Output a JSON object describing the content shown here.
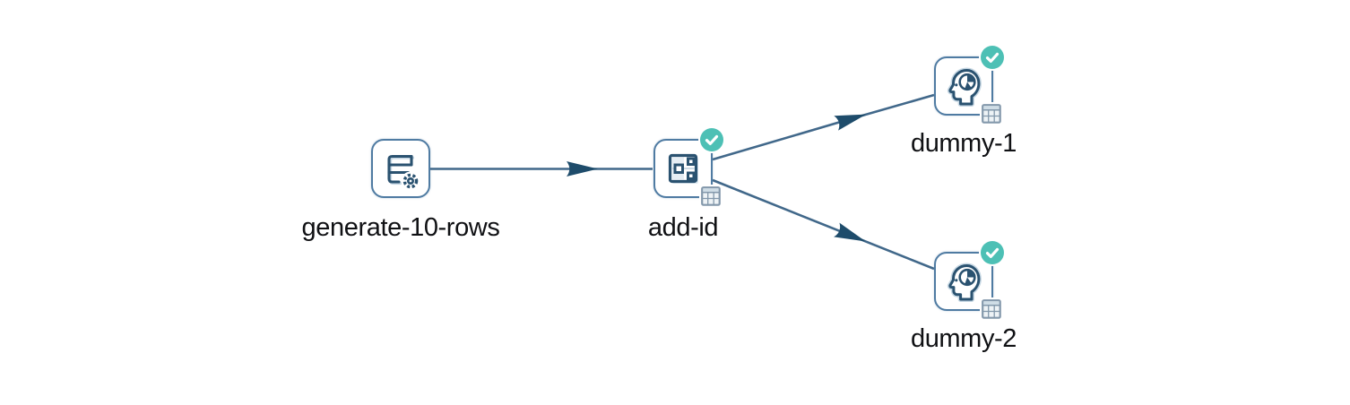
{
  "canvas": {
    "background": "#ffffff",
    "description": "Data pipeline graph with four transform nodes and three hop connections"
  },
  "colors": {
    "node_border": "#4f7ba2",
    "icon_stroke": "#2a5270",
    "icon_light": "#c6d7e3",
    "connection_line": "#41688a",
    "arrowhead": "#1e4c6b",
    "check_badge": "#4dc0b5",
    "grid_icon": "#8398ab",
    "label_text": "#101114"
  },
  "nodes": [
    {
      "label": "generate-10-rows",
      "type": "generate-rows",
      "icon": "rows-with-gear-icon",
      "status_check": false,
      "data_grid": false
    },
    {
      "label": "add-id",
      "type": "add-sequence",
      "icon": "square-fields-icon",
      "status_check": true,
      "data_grid": true
    },
    {
      "label": "dummy-1",
      "type": "dummy",
      "icon": "head-profile-icon",
      "status_check": true,
      "data_grid": true
    },
    {
      "label": "dummy-2",
      "type": "dummy",
      "icon": "head-profile-icon",
      "status_check": true,
      "data_grid": true
    }
  ],
  "connections": [
    {
      "from": "generate-10-rows",
      "to": "add-id"
    },
    {
      "from": "add-id",
      "to": "dummy-1"
    },
    {
      "from": "add-id",
      "to": "dummy-2"
    }
  ]
}
